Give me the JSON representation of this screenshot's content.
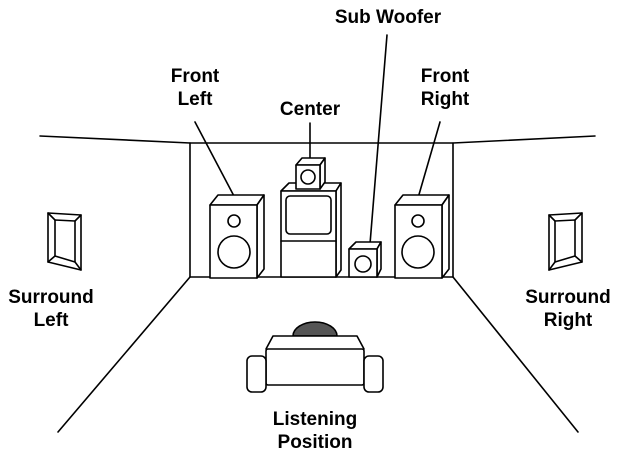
{
  "labels": {
    "sub_woofer": "Sub Woofer",
    "front_left": [
      "Front",
      "Left"
    ],
    "center": "Center",
    "front_right": [
      "Front",
      "Right"
    ],
    "surround_left": [
      "Surround",
      "Left"
    ],
    "surround_right": [
      "Surround",
      "Right"
    ],
    "listening_position": [
      "Listening",
      "Position"
    ]
  },
  "colors": {
    "stroke": "#000000",
    "background": "#ffffff",
    "seat_dome": "#555555"
  }
}
